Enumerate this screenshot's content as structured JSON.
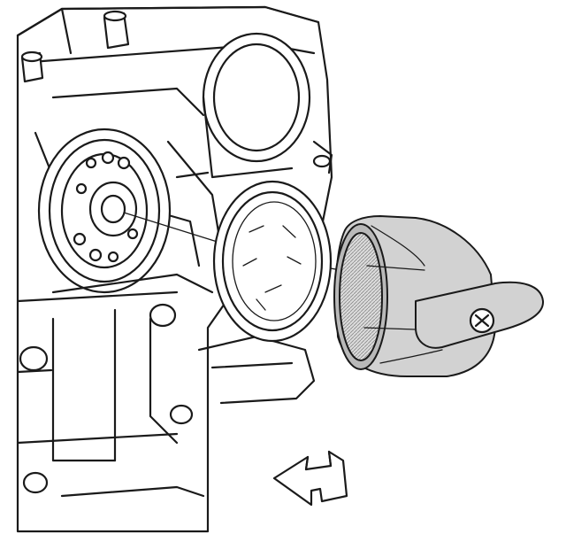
{
  "illustration": {
    "style": "black-and-white line art",
    "components": [
      "engine-block",
      "crankshaft-rear-flange",
      "rear-main-seal",
      "seal-installer-tool",
      "direction-arrow"
    ]
  },
  "colors": {
    "line": "#1a1a1a",
    "background": "#ffffff",
    "tool_shade": "#d2d2d2"
  }
}
